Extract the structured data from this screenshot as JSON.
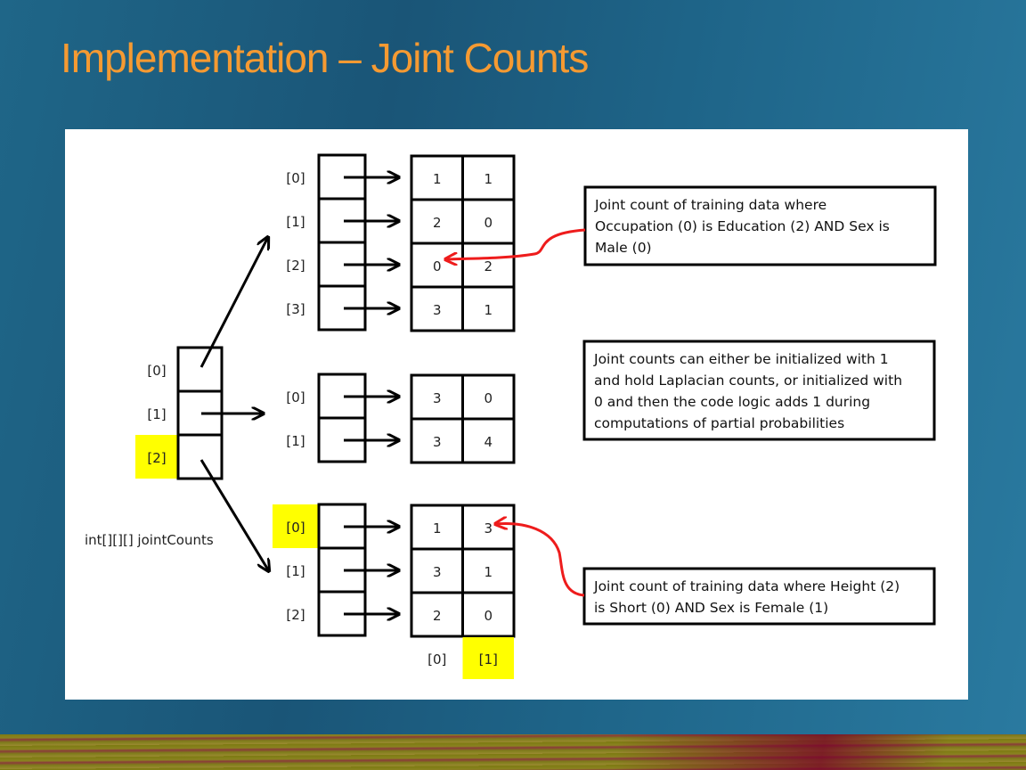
{
  "title": "Implementation – Joint Counts",
  "diagram": {
    "variable_label": "int[][][] jointCounts",
    "top_level_indices": [
      "[0]",
      "[1]",
      "[2]"
    ],
    "highlighted_top_index": 2,
    "groups": [
      {
        "row_indices": [
          "[0]",
          "[1]",
          "[2]",
          "[3]"
        ],
        "values": [
          [
            "1",
            "1"
          ],
          [
            "2",
            "0"
          ],
          [
            "0",
            "2"
          ],
          [
            "3",
            "1"
          ]
        ]
      },
      {
        "row_indices": [
          "[0]",
          "[1]"
        ],
        "values": [
          [
            "3",
            "0"
          ],
          [
            "3",
            "4"
          ]
        ]
      },
      {
        "row_indices": [
          "[0]",
          "[1]",
          "[2]"
        ],
        "values": [
          [
            "1",
            "3"
          ],
          [
            "3",
            "1"
          ],
          [
            "2",
            "0"
          ]
        ],
        "highlighted_row": 0,
        "column_indices": [
          "[0]",
          "[1]"
        ],
        "highlighted_column": 1
      }
    ],
    "notes": [
      {
        "lines": [
          "Joint count of training data where",
          "Occupation (0) is Education (2) AND Sex is",
          "Male (0)"
        ]
      },
      {
        "lines": [
          "Joint counts can either be initialized with 1",
          "and hold Laplacian counts, or initialized with",
          "0 and then the code logic adds 1 during",
          "computations of partial probabilities"
        ]
      },
      {
        "lines": [
          "Joint count of training data where Height (2)",
          "is Short (0) AND Sex is Female (1)"
        ]
      }
    ]
  },
  "colors": {
    "title": "#f59a32",
    "highlight": "#ffff00",
    "pointer_red": "#ee1c1c"
  }
}
